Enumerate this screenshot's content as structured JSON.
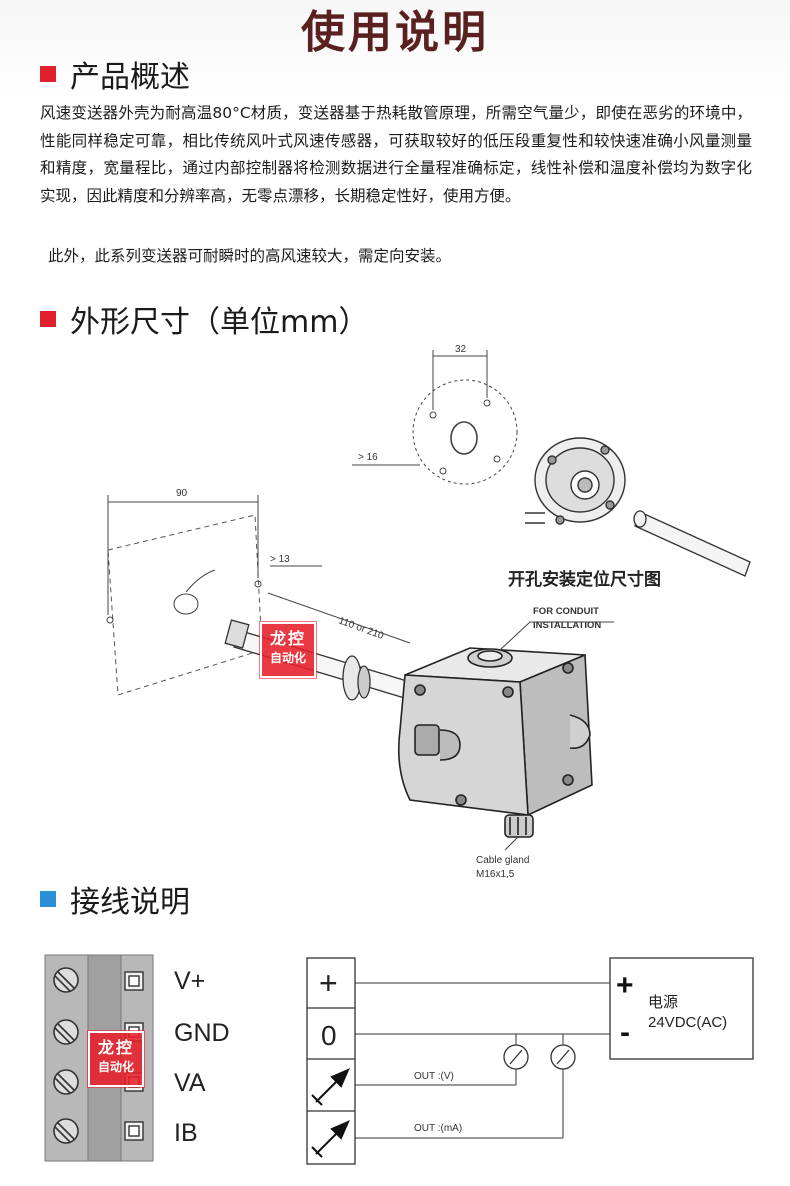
{
  "header": {
    "title": "使用说明"
  },
  "overview": {
    "heading": "产品概述",
    "body": "风速变送器外壳为耐高温80°C材质，变送器基于热耗散管原理，所需空气量少，即使在恶劣的环境中，性能同样稳定可靠，相比传统风叶式风速传感器，可获取较好的低压段重复性和较快速准确小风量测量和精度，宽量程比，通过内部控制器将检测数据进行全量程准确标定，线性补偿和温度补偿均为数字化实现，因此精度和分辨率高，无零点漂移，长期稳定性好，使用方便。",
    "note": "此外，此系列变送器可耐瞬时的高风速较大，需定向安装。"
  },
  "dimensions": {
    "heading": "外形尺寸（单位mm）",
    "dim_32": "32",
    "dim_16": "> 16",
    "dim_90": "90",
    "dim_13": "> 13",
    "dim_probe": "110 or 210",
    "mount_caption": "开孔安装定位尺寸图",
    "conduit_line1": "FOR CONDUIT",
    "conduit_line2": "INSTALLATION",
    "gland_line1": "Cable gland",
    "gland_line2": "M16x1,5"
  },
  "wiring": {
    "heading": "接线说明",
    "terminals": [
      "V+",
      "GND",
      "VA",
      "IB"
    ],
    "plus_symbol": "+",
    "zero_symbol": "0",
    "out_v": "OUT :(V)",
    "out_ma": "OUT :(mA)",
    "power_plus": "+",
    "power_minus": "-",
    "power_label": "电源",
    "power_voltage": "24VDC(AC)"
  },
  "watermark": {
    "line1": "龙控",
    "line2": "自动化"
  },
  "colors": {
    "title": "#5a1f1f",
    "red_marker": "#e0202a",
    "blue_marker": "#2a8fd6",
    "watermark": "#e61e28"
  }
}
